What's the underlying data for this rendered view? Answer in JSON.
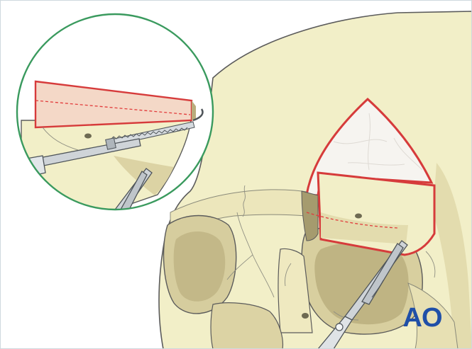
{
  "figure": {
    "main_view": "skull-with-supraorbital-bone-flap",
    "inset_view": "magnified-osteotomy-detail",
    "colors": {
      "bone": "#f2efc8",
      "bone_shadow": "#e3dcae",
      "bone_deep": "#cbc294",
      "outline": "#5b5b5b",
      "cut_line": "#e23b3b",
      "flap_tint": "#f4d8c7",
      "inset_border": "#3a9a5e",
      "steel": "#cfd4d8",
      "steel_dark": "#5a6066",
      "background": "#ffffff",
      "logo": "#1f4fa8"
    },
    "icons": [
      "forceps-icon",
      "reciprocating-saw-icon"
    ]
  },
  "logo": {
    "text": "AO"
  }
}
